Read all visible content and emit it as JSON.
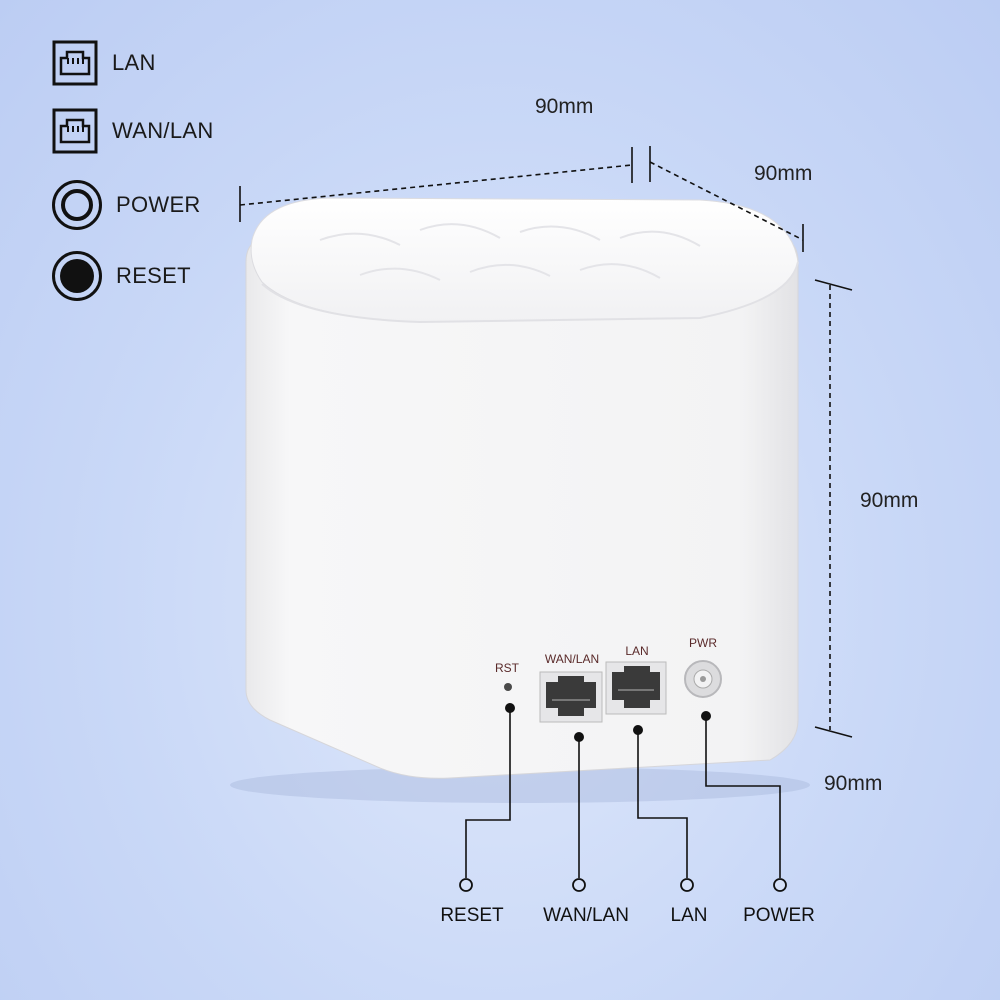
{
  "legend": {
    "lan": "LAN",
    "wan_lan": "WAN/LAN",
    "power": "POWER",
    "reset": "RESET"
  },
  "dimensions": {
    "width": "90mm",
    "depth": "90mm",
    "height": "90mm",
    "bottom": "90mm"
  },
  "device_labels": {
    "rst": "RST",
    "wan_lan": "WAN/LAN",
    "lan": "LAN",
    "pwr": "PWR"
  },
  "port_callouts": {
    "reset": "RESET",
    "wan_lan": "WAN/LAN",
    "lan": "LAN",
    "power": "POWER"
  },
  "colors": {
    "background": "#c9d8f7",
    "device_body": "#f4f4f5",
    "line": "#111111"
  }
}
